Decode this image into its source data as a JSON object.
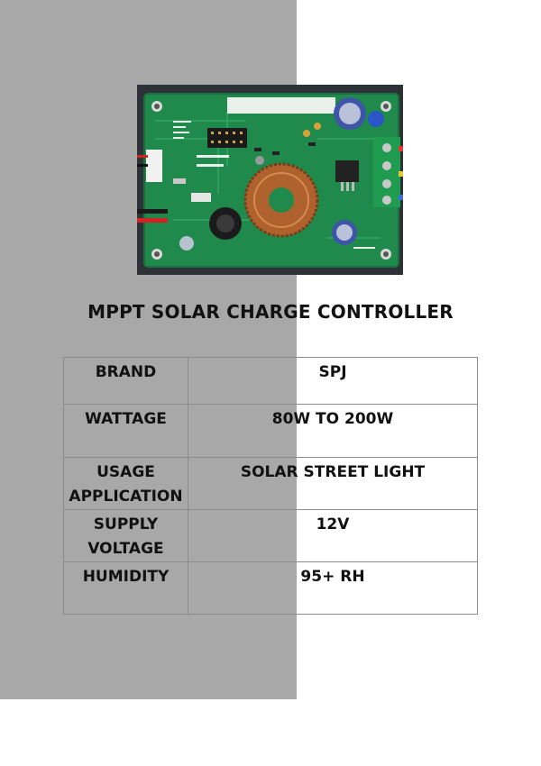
{
  "document": {
    "title": "MPPT SOLAR CHARGE CONTROLLER",
    "photo_icon": "pcb-board-photo",
    "specs": [
      {
        "label": "BRAND",
        "value": "SPJ"
      },
      {
        "label": "WATTAGE",
        "value": "80W TO 200W"
      },
      {
        "label": "USAGE APPLICATION",
        "value": "SOLAR STREET LIGHT"
      },
      {
        "label": "SUPPLY VOLTAGE",
        "value": "12V"
      },
      {
        "label": "HUMIDITY",
        "value": "95+ RH"
      }
    ]
  },
  "colors": {
    "panel": "#a9a8a9",
    "pcb_green": "#1f8a4c",
    "border": "#8c8c8c"
  }
}
